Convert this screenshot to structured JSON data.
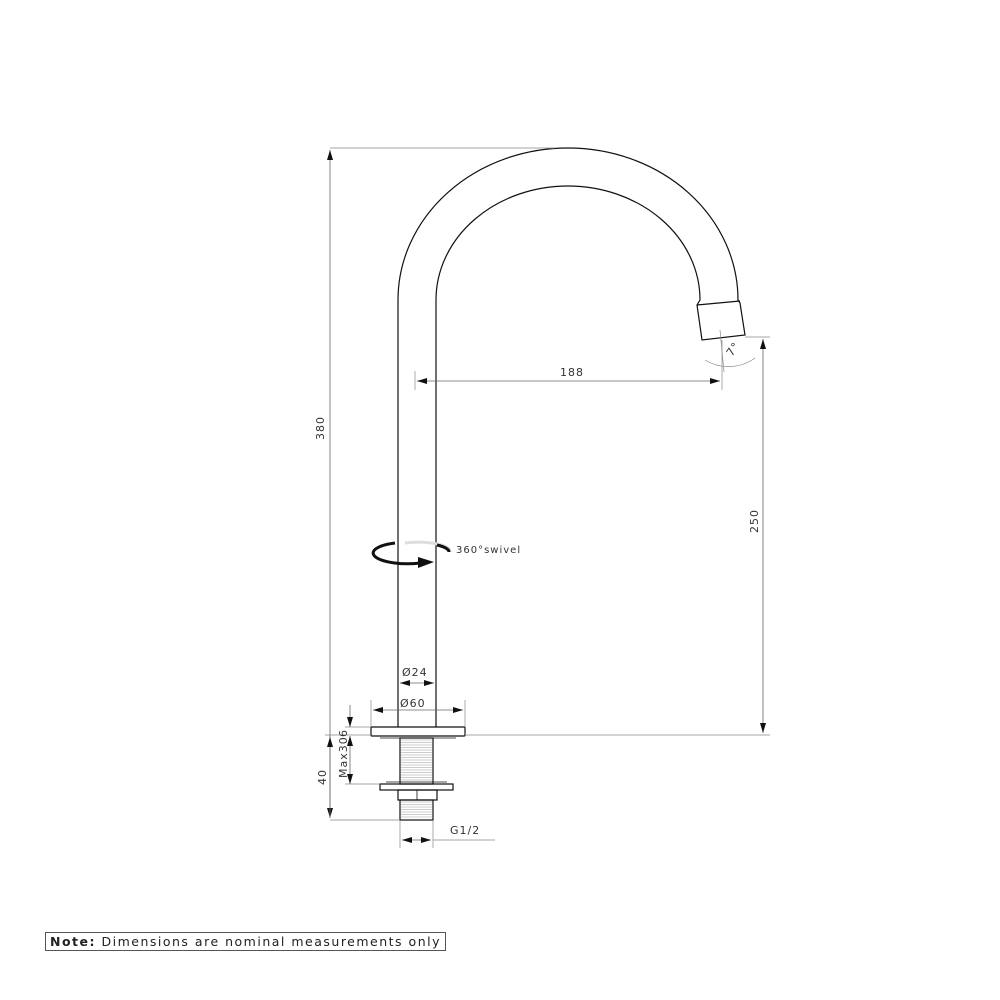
{
  "drawing": {
    "dimensions": {
      "total_height": "380",
      "reach": "188",
      "spout_height": "250",
      "spout_angle": "7°",
      "tube_diameter": "Ø24",
      "flange_diameter": "Ø60",
      "flange_thickness": "6",
      "max_mounting": "Max30",
      "shank_length": "40",
      "thread": "G1/2"
    },
    "swivel_label": "360°swivel",
    "line_color": "#111111",
    "dim_line_color": "#888888"
  },
  "note": {
    "label": "Note:",
    "text": " Dimensions are nominal measurements only"
  }
}
